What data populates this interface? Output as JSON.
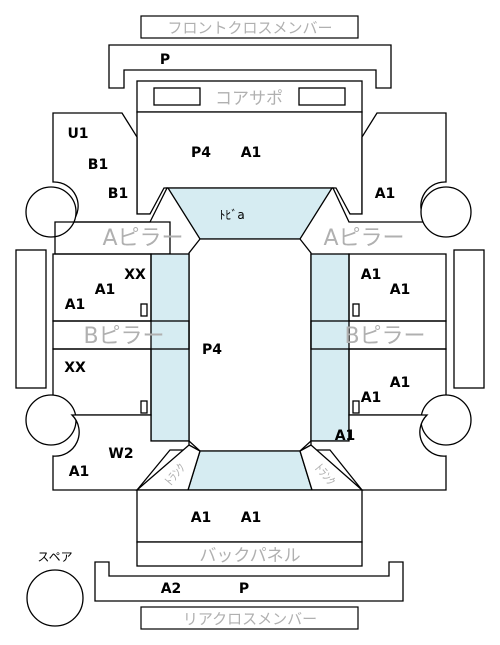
{
  "labels": {
    "front_cross_member": "フロントクロスメンバー",
    "core_support": "コアサポ",
    "a_pillar_left": "Aピラー",
    "a_pillar_right": "Aピラー",
    "b_pillar_left": "Bピラー",
    "b_pillar_right": "Bピラー",
    "back_panel": "バックパネル",
    "rear_cross_member": "リアクロスメンバー",
    "spare": "スペア",
    "door": "ﾄﾋﾞa",
    "trunk_left": "ﾄﾗﾝｸ",
    "trunk_right": "ﾄﾗﾝｸ"
  },
  "codes": {
    "front_member": "P",
    "hood_p": "P4",
    "hood_a": "A1",
    "lf_fender_1": "U1",
    "lf_fender_2": "B1",
    "lf_fender_3": "B1",
    "rf_fender": "A1",
    "lf_door_1": "XX",
    "lf_door_2": "A1",
    "lf_door_3": "A1",
    "rf_door_1": "A1",
    "rf_door_2": "A1",
    "roof": "P4",
    "lr_door": "XX",
    "rr_door_1": "A1",
    "rr_door_2": "A1",
    "lr_quarter_1": "W2",
    "lr_quarter_2": "A1",
    "rr_quarter": "A1",
    "trunk_1": "A1",
    "trunk_2": "A1",
    "rear_a": "A2",
    "rear_p": "P"
  }
}
